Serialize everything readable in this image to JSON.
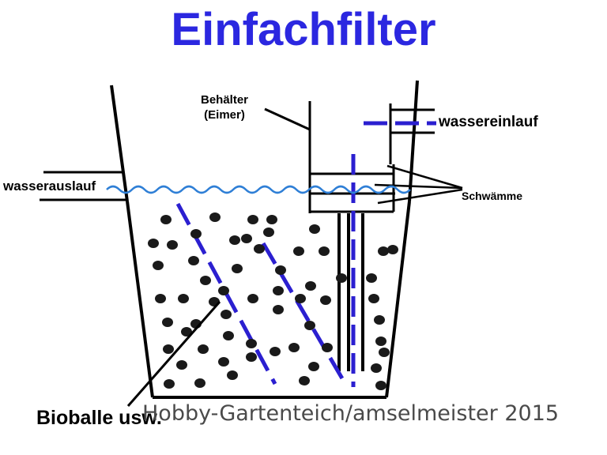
{
  "title": "Einfachfilter",
  "labels": {
    "behaelter_line1": "Behälter",
    "behaelter_line2": "(Eimer)",
    "wassereinlauf": "wassereinlauf",
    "wasserauslauf": "wasserauslauf",
    "schwaemme": "Schwämme",
    "biobaelle": "Bioballe usw."
  },
  "credit": "Hobby-Gartenteich/amselmeister 2015",
  "colors": {
    "title": "#2b27e0",
    "dashed_pipe": "#2b1fd0",
    "water_line": "#2f7fd6",
    "outline": "#000000",
    "balls": "#1a1a1a"
  }
}
